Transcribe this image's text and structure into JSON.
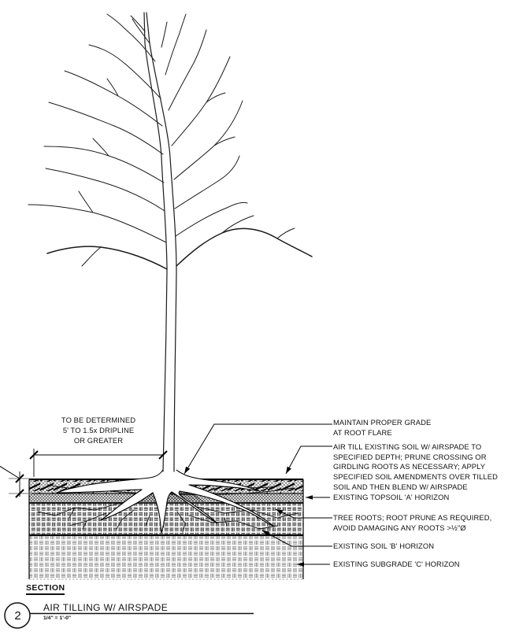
{
  "drawing": {
    "dimension_note": {
      "lines": [
        "TO BE DETERMINED",
        "5' TO 1.5x DRIPLINE",
        "OR GREATER"
      ]
    },
    "annotations": [
      {
        "id": "maintain-grade",
        "lines": [
          "MAINTAIN PROPER GRADE",
          "AT ROOT FLARE"
        ]
      },
      {
        "id": "air-till",
        "lines": [
          "AIR TILL EXISTING SOIL W/ AIRSPADE TO",
          "SPECIFIED DEPTH; PRUNE CROSSING OR",
          "GIRDLING ROOTS AS NECESSARY; APPLY",
          "SPECIFIED SOIL AMENDMENTS OVER TILLED",
          "SOIL AND THEN BLEND W/ AIRSPADE"
        ]
      },
      {
        "id": "topsoil-a",
        "lines": [
          "EXISTING TOPSOIL 'A' HORIZON"
        ]
      },
      {
        "id": "tree-roots",
        "lines": [
          "TREE ROOTS; ROOT PRUNE AS REQUIRED,",
          "AVOID DAMAGING ANY ROOTS >½\"Ø"
        ]
      },
      {
        "id": "soil-b",
        "lines": [
          "EXISTING SOIL 'B' HORIZON"
        ]
      },
      {
        "id": "subgrade-c",
        "lines": [
          "EXISTING SUBGRADE 'C' HORIZON"
        ]
      }
    ],
    "section_label": "SECTION",
    "title_block": {
      "detail_number": "2",
      "title": "AIR TILLING W/ AIRSPADE",
      "scale": "1/4\" = 1'-0\""
    },
    "colors": {
      "ink": "#000000",
      "paper": "#ffffff"
    }
  }
}
